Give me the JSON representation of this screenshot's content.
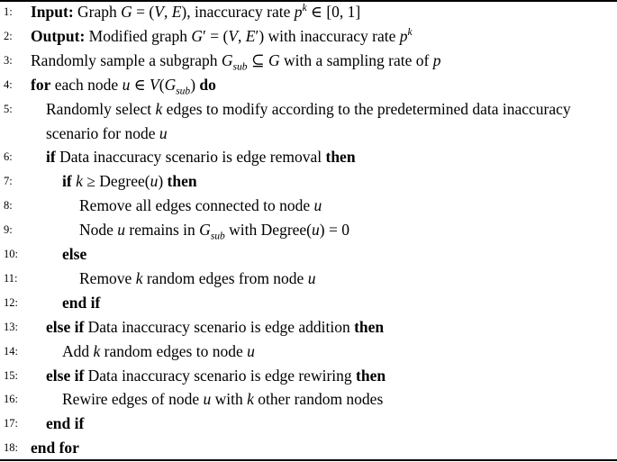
{
  "algorithm": {
    "lines": [
      {
        "num": "1:",
        "indent": 0,
        "segs": [
          [
            "Input:",
            "b"
          ],
          [
            " Graph ",
            ""
          ],
          [
            "G",
            "i"
          ],
          [
            " = (",
            ""
          ],
          [
            "V",
            "i"
          ],
          [
            ", ",
            ""
          ],
          [
            "E",
            "i"
          ],
          [
            "), inaccuracy rate ",
            ""
          ],
          [
            "p",
            "i"
          ],
          [
            "k",
            "sup"
          ],
          [
            " ∈ [0, 1]",
            ""
          ]
        ]
      },
      {
        "num": "2:",
        "indent": 0,
        "segs": [
          [
            "Output:",
            "b"
          ],
          [
            " Modified graph ",
            ""
          ],
          [
            "G",
            "i"
          ],
          [
            "′",
            ""
          ],
          [
            " = (",
            ""
          ],
          [
            "V",
            "i"
          ],
          [
            ", ",
            ""
          ],
          [
            "E",
            "i"
          ],
          [
            "′",
            ""
          ],
          [
            ") with inaccuracy rate ",
            ""
          ],
          [
            "p",
            "i"
          ],
          [
            "k",
            "sup"
          ]
        ]
      },
      {
        "num": "3:",
        "indent": 0,
        "segs": [
          [
            "Randomly sample a subgraph ",
            ""
          ],
          [
            "G",
            "i"
          ],
          [
            "sub",
            "sub"
          ],
          [
            " ⊆ ",
            ""
          ],
          [
            "G",
            "i"
          ],
          [
            " with a sampling rate of ",
            ""
          ],
          [
            "p",
            "i"
          ]
        ]
      },
      {
        "num": "4:",
        "indent": 0,
        "segs": [
          [
            "for",
            "b"
          ],
          [
            " each node ",
            ""
          ],
          [
            "u",
            "i"
          ],
          [
            " ∈ ",
            ""
          ],
          [
            "V",
            "i"
          ],
          [
            "(",
            ""
          ],
          [
            "G",
            "i"
          ],
          [
            "sub",
            "sub"
          ],
          [
            ") ",
            ""
          ],
          [
            "do",
            "b"
          ]
        ]
      },
      {
        "num": "5:",
        "indent": 1,
        "segs": [
          [
            "Randomly select ",
            ""
          ],
          [
            "k",
            "i"
          ],
          [
            " edges to modify according to the predetermined data inaccuracy",
            ""
          ]
        ]
      },
      {
        "num": "",
        "indent": 1,
        "segs": [
          [
            "scenario for node ",
            ""
          ],
          [
            "u",
            "i"
          ]
        ]
      },
      {
        "num": "6:",
        "indent": 1,
        "segs": [
          [
            "if",
            "b"
          ],
          [
            " Data inaccuracy scenario is edge removal ",
            ""
          ],
          [
            "then",
            "b"
          ]
        ]
      },
      {
        "num": "7:",
        "indent": 2,
        "segs": [
          [
            "if",
            "b"
          ],
          [
            " ",
            ""
          ],
          [
            "k",
            "i"
          ],
          [
            " ≥ Degree(",
            ""
          ],
          [
            "u",
            "i"
          ],
          [
            ") ",
            ""
          ],
          [
            "then",
            "b"
          ]
        ]
      },
      {
        "num": "8:",
        "indent": 3,
        "segs": [
          [
            "Remove all edges connected to node ",
            ""
          ],
          [
            "u",
            "i"
          ]
        ]
      },
      {
        "num": "9:",
        "indent": 3,
        "segs": [
          [
            "Node ",
            ""
          ],
          [
            "u",
            "i"
          ],
          [
            " remains in ",
            ""
          ],
          [
            "G",
            "i"
          ],
          [
            "sub",
            "sub"
          ],
          [
            " with Degree(",
            ""
          ],
          [
            "u",
            "i"
          ],
          [
            ") = 0",
            ""
          ]
        ]
      },
      {
        "num": "10:",
        "indent": 2,
        "segs": [
          [
            "else",
            "b"
          ]
        ]
      },
      {
        "num": "11:",
        "indent": 3,
        "segs": [
          [
            "Remove ",
            ""
          ],
          [
            "k",
            "i"
          ],
          [
            " random edges from node ",
            ""
          ],
          [
            "u",
            "i"
          ]
        ]
      },
      {
        "num": "12:",
        "indent": 2,
        "segs": [
          [
            "end if",
            "b"
          ]
        ]
      },
      {
        "num": "13:",
        "indent": 1,
        "segs": [
          [
            "else if",
            "b"
          ],
          [
            " Data inaccuracy scenario is edge addition ",
            ""
          ],
          [
            "then",
            "b"
          ]
        ]
      },
      {
        "num": "14:",
        "indent": 2,
        "segs": [
          [
            "Add ",
            ""
          ],
          [
            "k",
            "i"
          ],
          [
            " random edges to node ",
            ""
          ],
          [
            "u",
            "i"
          ]
        ]
      },
      {
        "num": "15:",
        "indent": 1,
        "segs": [
          [
            "else if",
            "b"
          ],
          [
            " Data inaccuracy scenario is edge rewiring ",
            ""
          ],
          [
            "then",
            "b"
          ]
        ]
      },
      {
        "num": "16:",
        "indent": 2,
        "segs": [
          [
            "Rewire edges of node ",
            ""
          ],
          [
            "u",
            "i"
          ],
          [
            " with ",
            ""
          ],
          [
            "k",
            "i"
          ],
          [
            " other random nodes",
            ""
          ]
        ]
      },
      {
        "num": "17:",
        "indent": 1,
        "segs": [
          [
            "end if",
            "b"
          ]
        ]
      },
      {
        "num": "18:",
        "indent": 0,
        "segs": [
          [
            "end for",
            "b"
          ]
        ]
      }
    ]
  }
}
